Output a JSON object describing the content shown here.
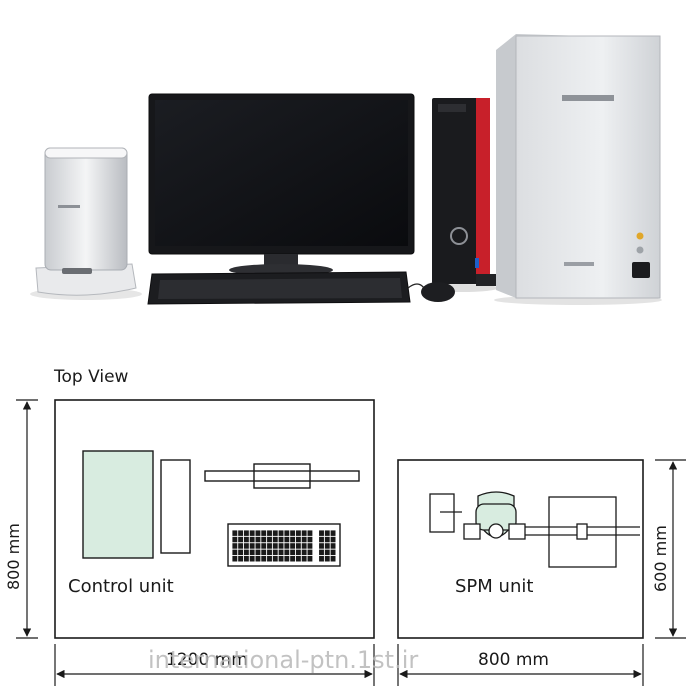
{
  "diagram": {
    "view_title": "Top View",
    "control_unit_label": "Control unit",
    "spm_unit_label": "SPM unit",
    "dim_control_height": "800 mm",
    "dim_spm_height": "600 mm",
    "dim_control_width": "1200 mm",
    "dim_spm_width": "800 mm"
  },
  "watermark": "international-ptn.1st.ir",
  "colors": {
    "cabinet_fill": "#d8ece0",
    "pc_red": "#c8202a"
  }
}
